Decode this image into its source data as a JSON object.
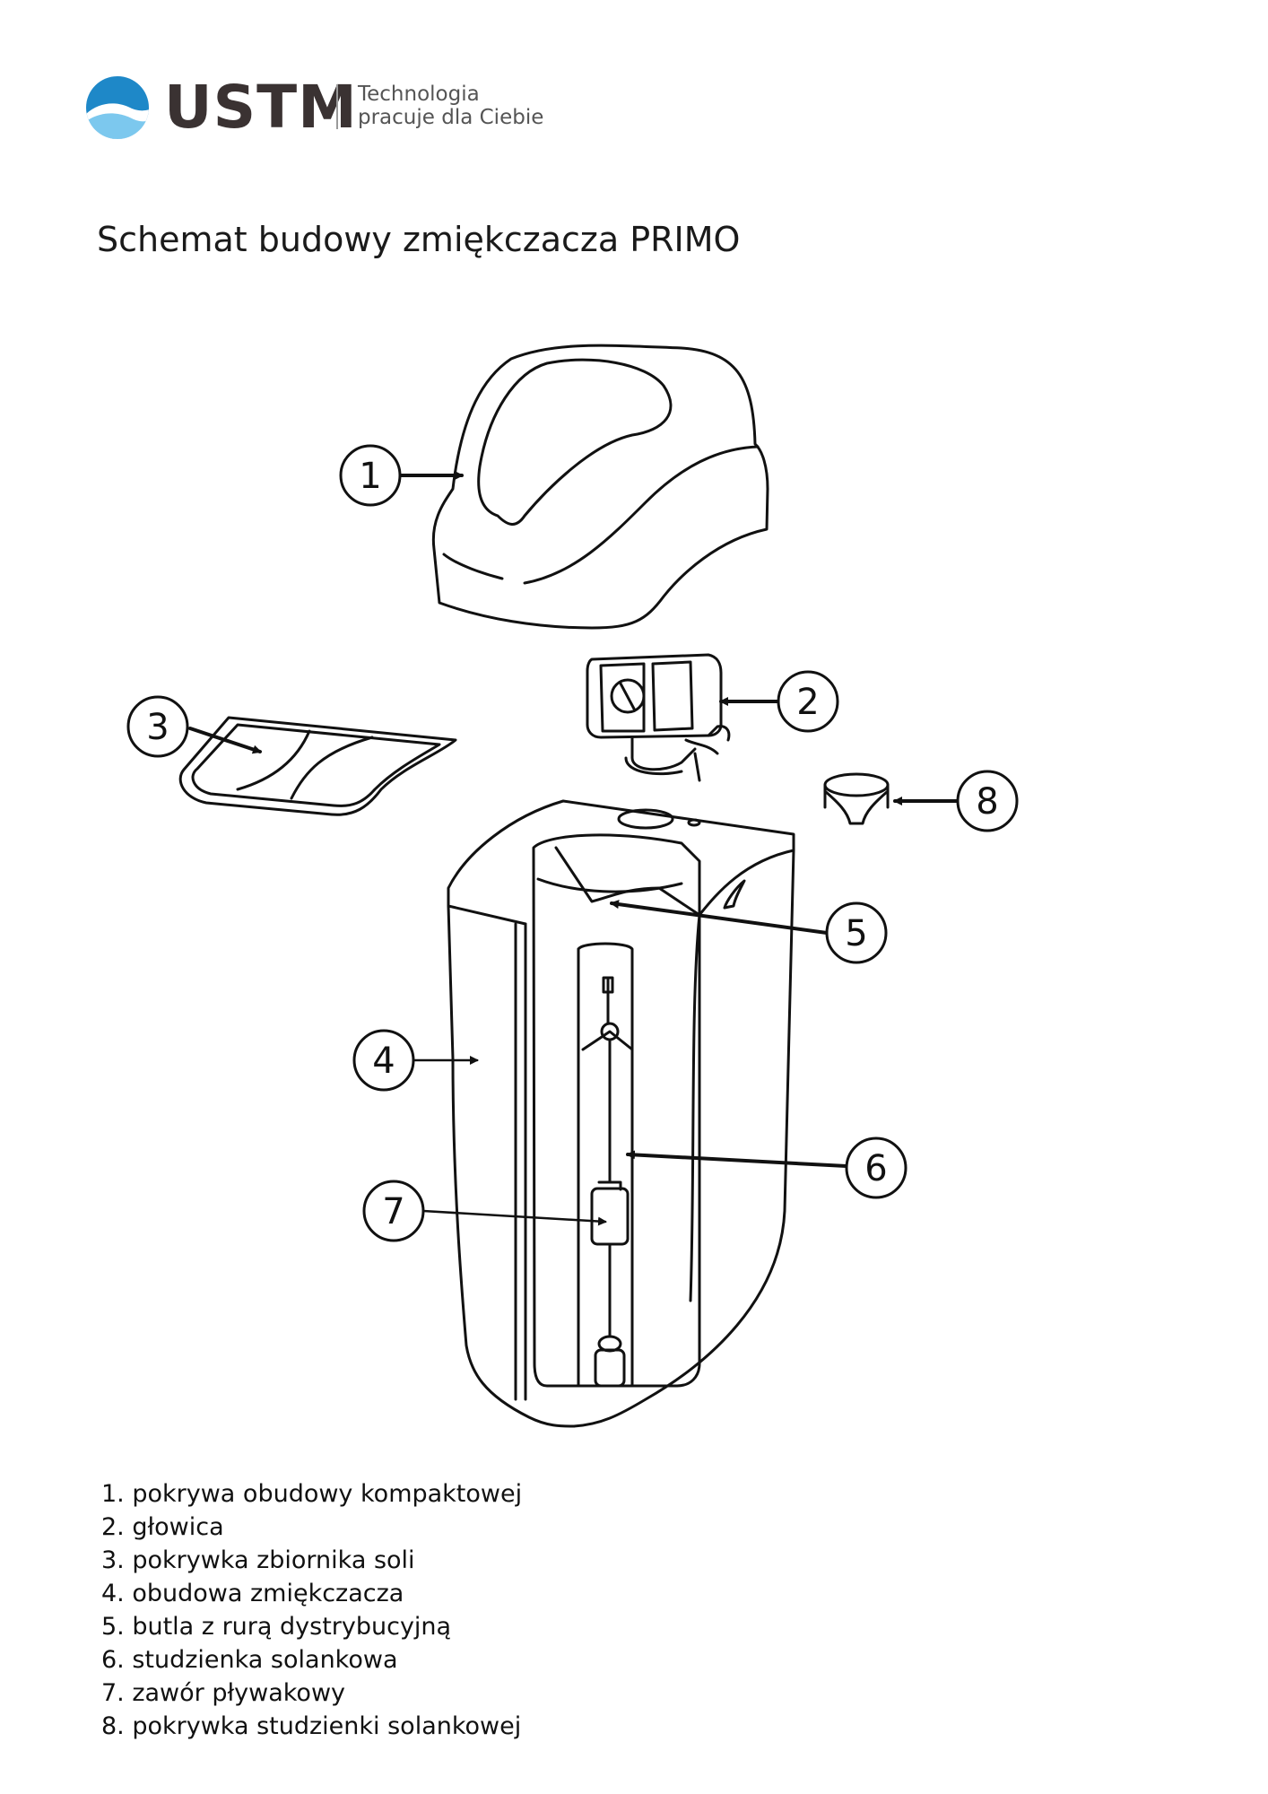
{
  "brand": {
    "name": "USTM",
    "tagline_line1": "Technologia",
    "tagline_line2": "pracuje dla Ciebie",
    "colors": {
      "logo_dark": "#1e88c8",
      "logo_light": "#7cc8ee",
      "wordmark": "#3a3232"
    }
  },
  "title": "Schemat budowy zmiękczacza PRIMO",
  "callouts": [
    "1",
    "2",
    "3",
    "4",
    "5",
    "6",
    "7",
    "8"
  ],
  "legend": [
    "1. pokrywa obudowy kompaktowej",
    "2. głowica",
    "3. pokrywka zbiornika soli",
    "4. obudowa zmiękczacza",
    "5. butla z rurą dystrybucyjną",
    "6. studzienka solankowa",
    "7. zawór pływakowy",
    "8. pokrywka studzienki solankowej"
  ]
}
